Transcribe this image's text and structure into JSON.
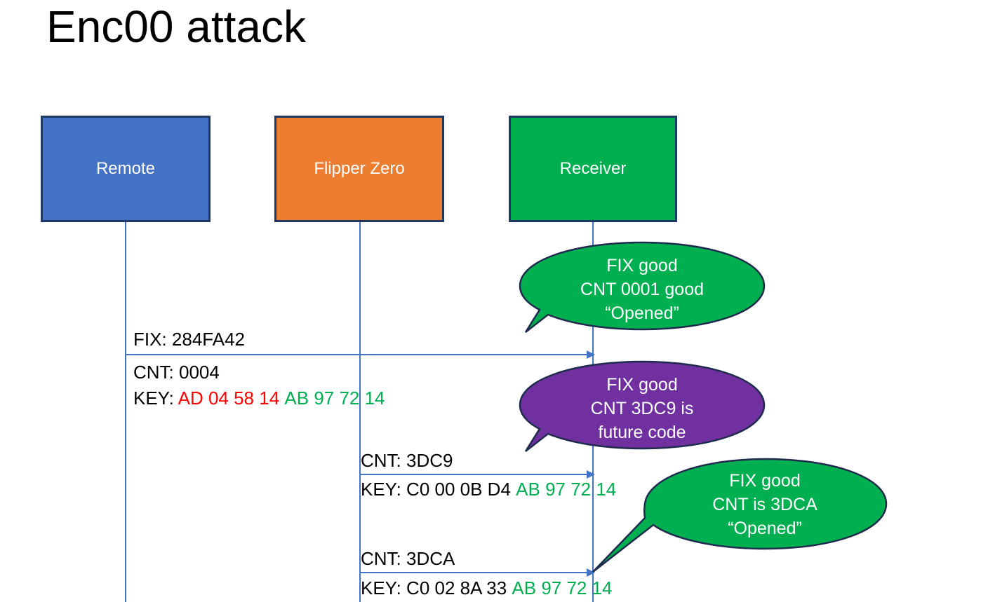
{
  "slide": {
    "title": "Enc00 attack",
    "background": "#FFFFFF"
  },
  "colors": {
    "remote_blue": "#4472C4",
    "flipper_orange": "#ED7D31",
    "receiver_green": "#00B050",
    "callout_purple": "#7030A0",
    "box_outline": "#1F3864",
    "lifeline_blue": "#4472C4",
    "hex_red": "#FF0000",
    "hex_green": "#00B050",
    "text_black": "#000000"
  },
  "actors": [
    {
      "id": "remote",
      "label": "Remote",
      "color": "#4472C4"
    },
    {
      "id": "flipper",
      "label": "Flipper Zero",
      "color": "#ED7D31"
    },
    {
      "id": "receiver",
      "label": "Receiver",
      "color": "#00B050"
    }
  ],
  "messages": [
    {
      "id": "msg-1",
      "from": "remote",
      "to": "receiver",
      "fix_line": "FIX: 284FA42",
      "cnt_line": "CNT: 0004",
      "key_prefix": "KEY: ",
      "key_red": "AD 04 58 14",
      "key_green": "AB 97 72 14"
    },
    {
      "id": "msg-2",
      "from": "flipper",
      "to": "receiver",
      "cnt_line": "CNT: 3DC9",
      "key_prefix": "KEY: ",
      "key_black": "C0 00 0B D4",
      "key_green": "AB 97 72 14"
    },
    {
      "id": "msg-3",
      "from": "flipper",
      "to": "receiver",
      "cnt_line": "CNT: 3DCA",
      "key_prefix": "KEY: ",
      "key_black": "C0 02 8A 33",
      "key_green": "AB 97 72 14"
    }
  ],
  "callouts": [
    {
      "id": "callout-1",
      "color": "#00B050",
      "line1": "FIX good",
      "line2": "CNT 0001 good",
      "line3": "“Opened”"
    },
    {
      "id": "callout-2",
      "color": "#7030A0",
      "line1": "FIX good",
      "line2": "CNT 3DC9 is",
      "line3": "future code"
    },
    {
      "id": "callout-3",
      "color": "#00B050",
      "line1": "FIX good",
      "line2": "CNT is 3DCA",
      "line3": "“Opened”"
    }
  ]
}
